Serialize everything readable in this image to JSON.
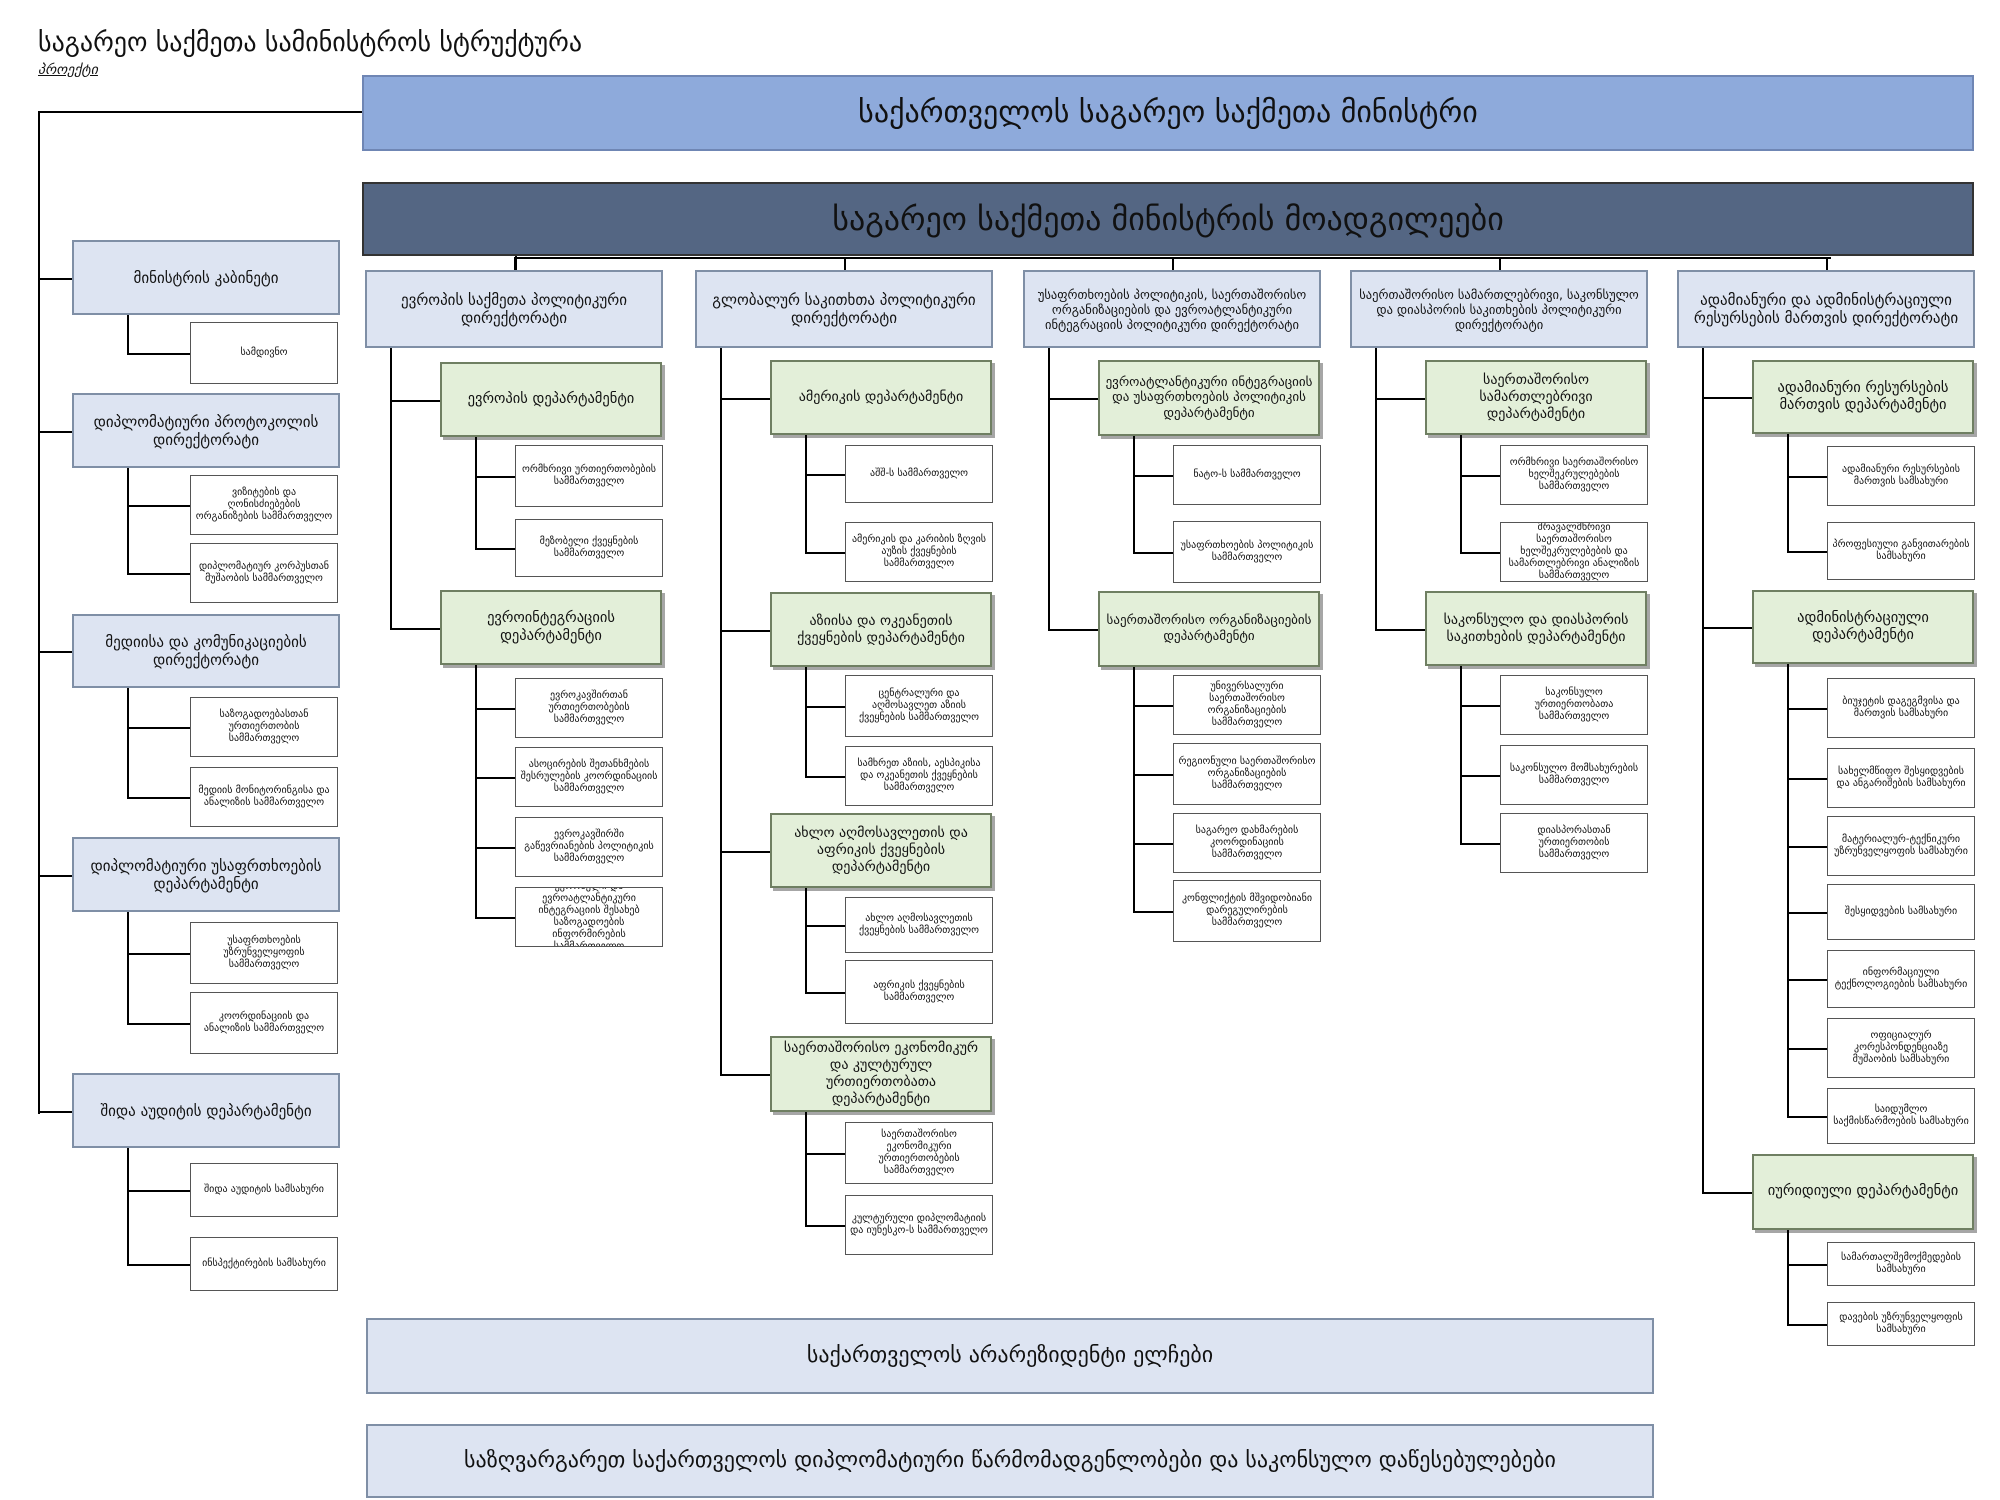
{
  "header": {
    "title": "საგარეო საქმეთა სამინისტროს სტრუქტურა",
    "subtitle": "პროექტი"
  },
  "top": {
    "minister": "საქართველოს საგარეო საქმეთა მინისტრი",
    "deputies": "საგარეო საქმეთა მინისტრის მოადგილეები"
  },
  "left": {
    "cabinet": "მინისტრის კაბინეტი",
    "cabinet_subs": [
      "სამდივნო"
    ],
    "protocol": "დიპლომატიური პროტოკოლის დირექტორატი",
    "protocol_subs": [
      "ვიზიტების და ღონისძიებების ორგანიზების სამმართველო",
      "დიპლომატიურ კორპუსთან მუშაობის სამმართველო"
    ],
    "media": "მედიისა და კომუნიკაციების დირექტორატი",
    "media_subs": [
      "საზოგადოებასთან ურთიერთობის სამმართველო",
      "მედიის მონიტორინგისა და ანალიზის სამმართველო"
    ],
    "security": "დიპლომატიური უსაფრთხოების დეპარტამენტი",
    "security_subs": [
      "უსაფრთხოების უზრუნველყოფის სამმართველო",
      "კოორდინაციის და ანალიზის სამმართველო"
    ],
    "audit": "შიდა აუდიტის დეპარტამენტი",
    "audit_subs": [
      "შიდა აუდიტის სამსახური",
      "ინსპექტირების სამსახური"
    ]
  },
  "columns": [
    {
      "directorate": "ევროპის საქმეთა პოლიტიკური დირექტორატი",
      "departments": [
        {
          "name": "ევროპის დეპარტამენტი",
          "subs": [
            "ორმხრივი ურთიერთობების სამმართველო",
            "მეზობელი ქვეყნების სამმართველო"
          ]
        },
        {
          "name": "ევროინტეგრაციის დეპარტამენტი",
          "subs": [
            "ევროკავშირთან ურთიერთობების სამმართველო",
            "ასოცირების შეთანხმების შესრულების კოორდინაციის სამმართველო",
            "ევროკავშირში გაწევრიანების პოლიტიკის სამმართველო",
            "ევროპული და ევროატლანტიკური ინტეგრაციის შესახებ საზოგადოების ინფორმირების სამმართველო"
          ]
        }
      ]
    },
    {
      "directorate": "გლობალურ საკითხთა პოლიტიკური დირექტორატი",
      "departments": [
        {
          "name": "ამერიკის დეპარტამენტი",
          "subs": [
            "აშშ-ს სამმართველო",
            "ამერიკის და კარიბის ზღვის აუზის ქვეყნების სამმართველო"
          ]
        },
        {
          "name": "აზიისა და ოკეანეთის ქვეყნების დეპარტამენტი",
          "subs": [
            "ცენტრალური და აღმოსავლეთ აზიის ქვეყნების სამმართველო",
            "სამხრეთ აზიის, აესპიკისა და ოკეანეთის ქვეყნების სამმართველო"
          ]
        },
        {
          "name": "ახლო აღმოსავლეთის და აფრიკის ქვეყნების დეპარტამენტი",
          "subs": [
            "ახლო აღმოსავლეთის ქვეყნების სამმართველო",
            "აფრიკის ქვეყნების სამმართველო"
          ]
        },
        {
          "name": "საერთაშორისო ეკონომიკურ და კულტურულ ურთიერთობათა დეპარტამენტი",
          "subs": [
            "საერთაშორისო ეკონომიკური ურთიერთობების სამმართველო",
            "კულტურული დიპლომატიის და იუნესკო-ს სამმართველო"
          ]
        }
      ]
    },
    {
      "directorate": "უსაფრთხოების პოლიტიკის, საერთაშორისო ორგანიზაციების და ევროატლანტიკური ინტეგრაციის პოლიტიკური დირექტორატი",
      "departments": [
        {
          "name": "ევროატლანტიკური ინტეგრაციის და უსაფრთხოების პოლიტიკის დეპარტამენტი",
          "subs": [
            "ნატო-ს სამმართველო",
            "უსაფრთხოების პოლიტიკის სამმართველო"
          ]
        },
        {
          "name": "საერთაშორისო ორგანიზაციების დეპარტამენტი",
          "subs": [
            "უნივერსალური საერთაშორისო ორგანიზაციების სამმართველო",
            "რეგიონული საერთაშორისო ორგანიზაციების სამმართველო",
            "საგარეო დახმარების კოორდინაციის სამმართველო",
            "კონფლიქტის მშვიდობიანი დარეგულირების სამმართველო"
          ]
        }
      ]
    },
    {
      "directorate": "საერთაშორისო სამართლებრივი, საკონსულო და დიასპორის საკითხების პოლიტიკური დირექტორატი",
      "departments": [
        {
          "name": "საერთაშორისო სამართლებრივი დეპარტამენტი",
          "subs": [
            "ორმხრივი საერთაშორისო ხელშეკრულებების სამმართველო",
            "მრავალმხრივი საერთაშორისო ხელშეკრულებების და სამართლებრივი ანალიზის სამმართველო"
          ]
        },
        {
          "name": "საკონსულო და დიასპორის საკითხების დეპარტამენტი",
          "subs": [
            "საკონსულო ურთიერთობათა სამმართველო",
            "საკონსულო მომსახურების სამმართველო",
            "დიასპორასთან ურთიერთობის სამმართველო"
          ]
        }
      ]
    },
    {
      "directorate": "ადამიანური და ადმინისტრაციული რესურსების მართვის დირექტორატი",
      "departments": [
        {
          "name": "ადამიანური რესურსების მართვის დეპარტამენტი",
          "subs": [
            "ადამიანური რესურსების მართვის სამსახური",
            "პროფესიული განვითარების სამსახური"
          ]
        },
        {
          "name": "ადმინისტრაციული დეპარტამენტი",
          "subs": [
            "ბიუჯეტის დაგეგმვისა და მართვის სამსახური",
            "სახელმწიფო შესყიდვების და ანგარიშების სამსახური",
            "მატერიალურ-ტექნიკური უზრუნველყოფის სამსახური",
            "შესყიდვების სამსახური",
            "ინფორმაციული ტექნოლოგიების სამსახური",
            "ოფიციალურ კორესპონდენციაზე მუშაობის სამსახური",
            "საიდუმლო საქმისწარმოების სამსახური"
          ]
        },
        {
          "name": "იურიდიული დეპარტამენტი",
          "subs": [
            "სამართალშემოქმედების სამსახური",
            "დავების უზრუნველყოფის სამსახური"
          ]
        }
      ]
    }
  ],
  "bottom": {
    "non_resident": "საქართველოს არარეზიდენტი ელჩები",
    "missions": "საზღვარგარეთ საქართველოს დიპლომატიური წარმომადგენლობები და საკონსულო დაწესებულებები"
  }
}
